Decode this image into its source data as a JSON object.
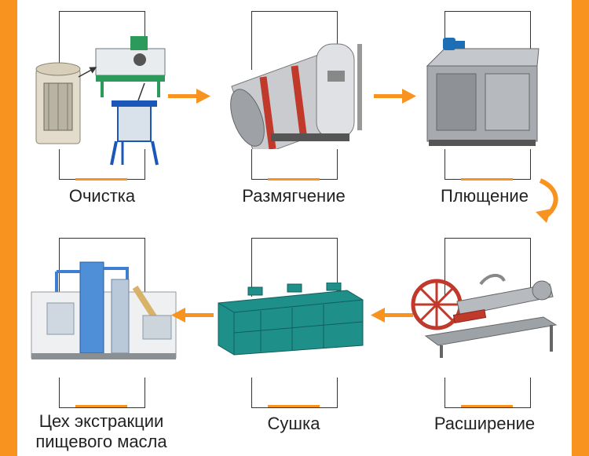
{
  "steps": [
    {
      "label": "Очистка"
    },
    {
      "label": "Размягчение"
    },
    {
      "label": "Плющение"
    },
    {
      "label": "Цех экстракции\nпищевого масла"
    },
    {
      "label": "Сушка"
    },
    {
      "label": "Расширение"
    }
  ],
  "colors": {
    "accent": "#f7931e",
    "frame": "#333333",
    "text": "#222222"
  },
  "icons": [
    "cleaning-machine-icon",
    "softening-drum-icon",
    "flaking-mill-icon",
    "extraction-plant-icon",
    "dryer-icon",
    "expander-icon",
    "arrow-right-icon",
    "arrow-left-icon",
    "arrow-curve-down-icon"
  ]
}
